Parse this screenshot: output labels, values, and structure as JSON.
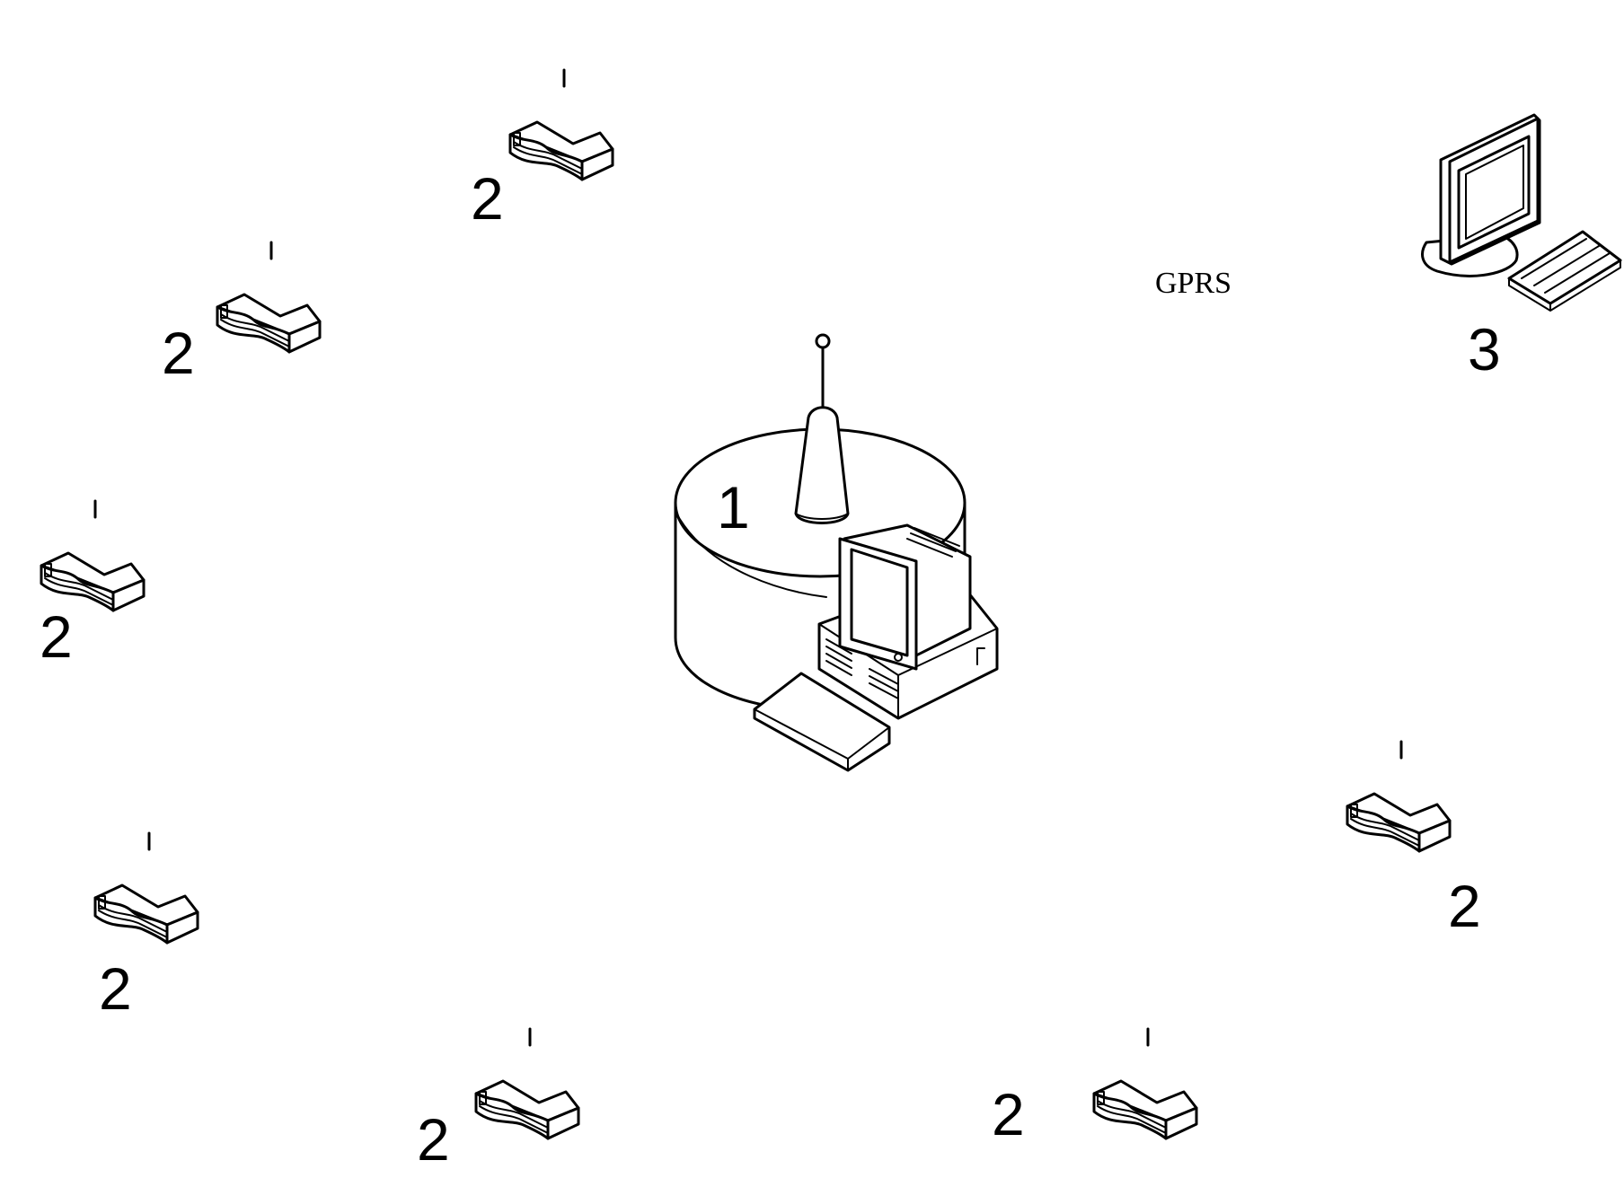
{
  "diagram": {
    "base_station_label": "1",
    "sensor_node_label": "2",
    "monitor_pc_label": "3",
    "link_label": "GPRS",
    "sensor_node_count": 7
  }
}
